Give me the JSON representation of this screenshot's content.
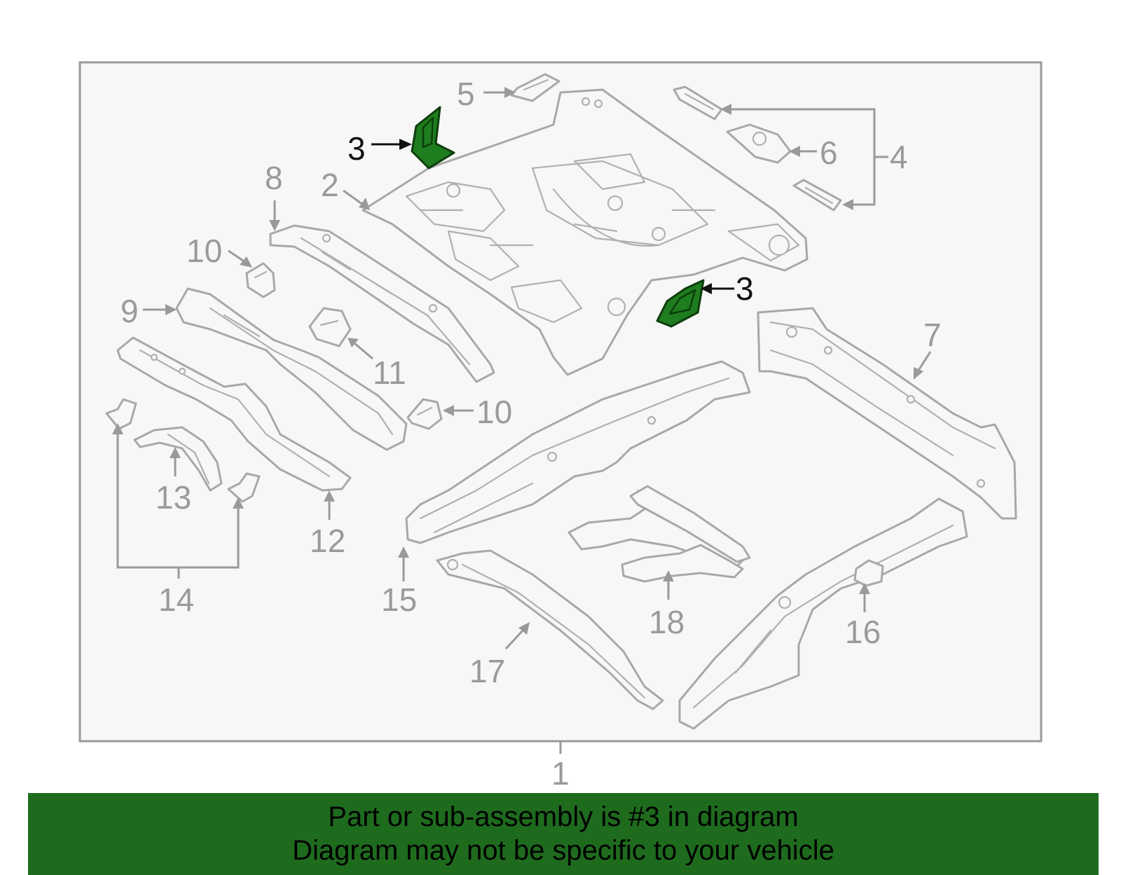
{
  "callouts": {
    "c1": "1",
    "c2": "2",
    "c3a": "3",
    "c3b": "3",
    "c4": "4",
    "c5": "5",
    "c6": "6",
    "c7": "7",
    "c8": "8",
    "c9": "9",
    "c10a": "10",
    "c10b": "10",
    "c11": "11",
    "c12": "12",
    "c13": "13",
    "c14": "14",
    "c15": "15",
    "c16": "16",
    "c17": "17",
    "c18": "18"
  },
  "highlight": {
    "part_number": "3",
    "color": "#1e7d1e"
  },
  "banner": {
    "line1": "Part or sub-assembly is #3 in diagram",
    "line2": "Diagram may not be specific to your vehicle",
    "background": "#1e6b1e"
  }
}
